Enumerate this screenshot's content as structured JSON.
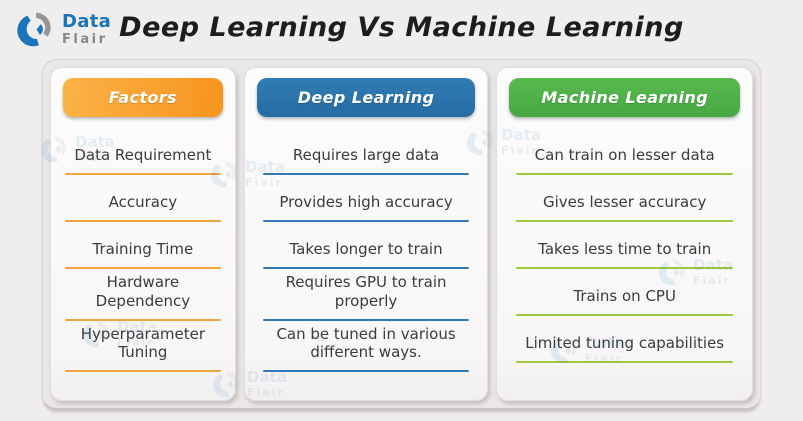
{
  "logo": {
    "line1": "Data",
    "line2": "Flair"
  },
  "header": {
    "title": "Deep Learning Vs Machine Learning"
  },
  "table": {
    "columns": [
      {
        "id": "factors",
        "header": "Factors",
        "accent": "#F7941E",
        "separator_color": "#F2A43C",
        "rows": [
          "Data Requirement",
          "Accuracy",
          "Training Time",
          "Hardware Dependency",
          "Hyperparameter Tuning"
        ]
      },
      {
        "id": "deep-learning",
        "header": "Deep Learning",
        "accent": "#2B6EA6",
        "separator_color": "#3578B7",
        "rows": [
          "Requires large data",
          "Provides high accuracy",
          "Takes longer to train",
          "Requires GPU to train properly",
          "Can be tuned in various different ways."
        ]
      },
      {
        "id": "machine-learning",
        "header": "Machine Learning",
        "accent": "#4FB148",
        "separator_color": "#9DC93E",
        "rows": [
          "Can train on lesser data",
          "Gives lesser accuracy",
          "Takes less time to train",
          "Trains on CPU",
          "Limited tuning capabilities"
        ]
      }
    ]
  },
  "colors": {
    "background": "#EFEDED",
    "board": "#EAE7E7",
    "card": "#FBF9F9",
    "title_text": "#1D1D1D",
    "row_text": "#3B3B3B",
    "logo_blue": "#1B75BB",
    "logo_gray": "#85878A"
  }
}
